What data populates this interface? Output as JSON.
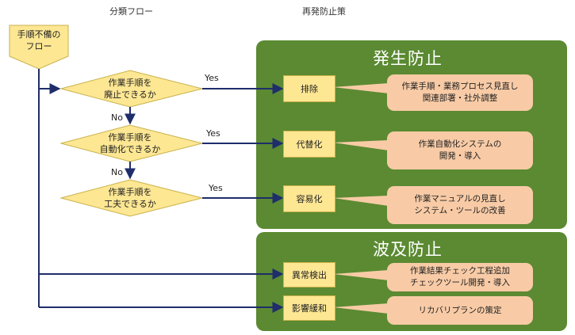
{
  "headers": {
    "flow": "分類フロー",
    "prevention": "再発防止策"
  },
  "start": {
    "line1": "手順不備の",
    "line2": "フロー"
  },
  "decisions": [
    {
      "line1": "作業手順を",
      "line2": "廃止できるか"
    },
    {
      "line1": "作業手順を",
      "line2": "自動化できるか"
    },
    {
      "line1": "作業手順を",
      "line2": "工夫できるか"
    }
  ],
  "labels": {
    "yes": "Yes",
    "no": "No"
  },
  "panels": {
    "occurrence": "発生防止",
    "spread": "波及防止"
  },
  "measures": [
    {
      "label": "排除",
      "note1": "作業手順・業務プロセス見直し",
      "note2": "関連部署・社外調整"
    },
    {
      "label": "代替化",
      "note1": "作業自動化システムの",
      "note2": "開発・導入"
    },
    {
      "label": "容易化",
      "note1": "作業マニュアルの見直し",
      "note2": "システム・ツールの改善"
    },
    {
      "label": "異常検出",
      "note1": "作業結果チェック工程追加",
      "note2": "チェックツール開発・導入"
    },
    {
      "label": "影響緩和",
      "note1": "リカバリプランの策定",
      "note2": ""
    }
  ],
  "colors": {
    "panel": "#5b8a32",
    "box": "#fde793",
    "note": "#f8cba6",
    "arrow": "#1f2d6b"
  }
}
